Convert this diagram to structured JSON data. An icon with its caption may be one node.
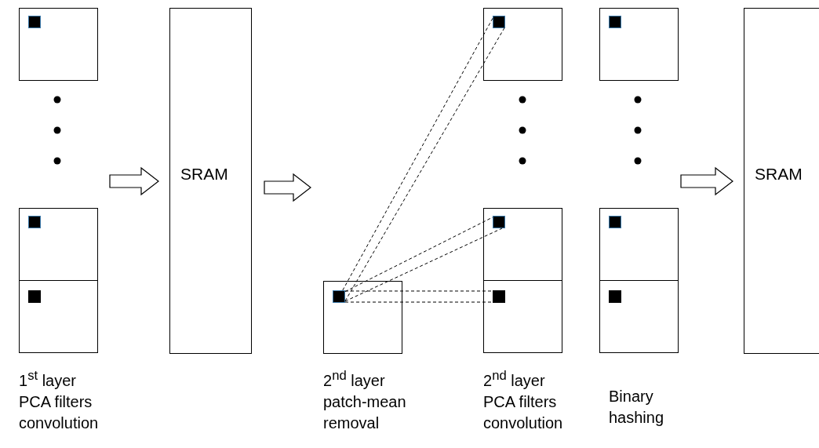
{
  "diagram": {
    "nodes": [
      {
        "text": [],
        "shape": "box"
      },
      {
        "text": [],
        "shape": "box",
        "in": 0
      },
      {
        "text": [],
        "shape": "box"
      },
      {
        "text": [],
        "shape": "box",
        "in": 2
      },
      {
        "text": [],
        "shape": "box"
      },
      {
        "text": [],
        "shape": "box",
        "in": 4
      },
      {
        "text": [
          "SRAM"
        ]
      },
      {
        "text": [],
        "shape": "box"
      },
      {
        "text": [],
        "shape": "box",
        "in": 7
      },
      {
        "text": [],
        "shape": "box"
      },
      {
        "text": [],
        "shape": "box",
        "in": 9
      },
      {
        "text": [],
        "shape": "box"
      },
      {
        "text": [],
        "shape": "box",
        "in": 11
      },
      {
        "text": [],
        "shape": "box"
      },
      {
        "text": [],
        "shape": "box",
        "in": 13
      },
      {
        "text": [],
        "shape": "box"
      },
      {
        "text": [],
        "shape": "box",
        "in": 15
      },
      {
        "text": [],
        "shape": "box"
      },
      {
        "text": [],
        "shape": "box",
        "in": 17
      },
      {
        "text": [],
        "shape": "box"
      },
      {
        "text": [],
        "shape": "box",
        "in": 19
      },
      {
        "text": [
          "SRAM"
        ]
      }
    ],
    "edges": [
      {
        "from": null,
        "to": 6,
        "arrow": "to"
      },
      {
        "from": 6,
        "to": null,
        "arrow": "to"
      },
      {
        "from": null,
        "to": 21,
        "arrow": "to"
      },
      {
        "from": 8,
        "to": 10,
        "arrow": "none",
        "style": "dashed"
      },
      {
        "from": 8,
        "to": 10,
        "arrow": "none",
        "style": "dashed"
      },
      {
        "from": 8,
        "to": 12,
        "arrow": "none",
        "style": "dashed"
      },
      {
        "from": 8,
        "to": 12,
        "arrow": "none",
        "style": "dashed"
      },
      {
        "from": 8,
        "to": 14,
        "arrow": "none",
        "style": "dashed"
      },
      {
        "from": 8,
        "to": 14,
        "arrow": "none",
        "style": "dashed"
      }
    ],
    "labels": [
      "1$^{st}$ layer PCA filters convolution",
      "2$^{nd}$ layer patch-mean removal",
      "2$^{nd}$ layer PCA filters convolution",
      "Binary hashing"
    ]
  }
}
